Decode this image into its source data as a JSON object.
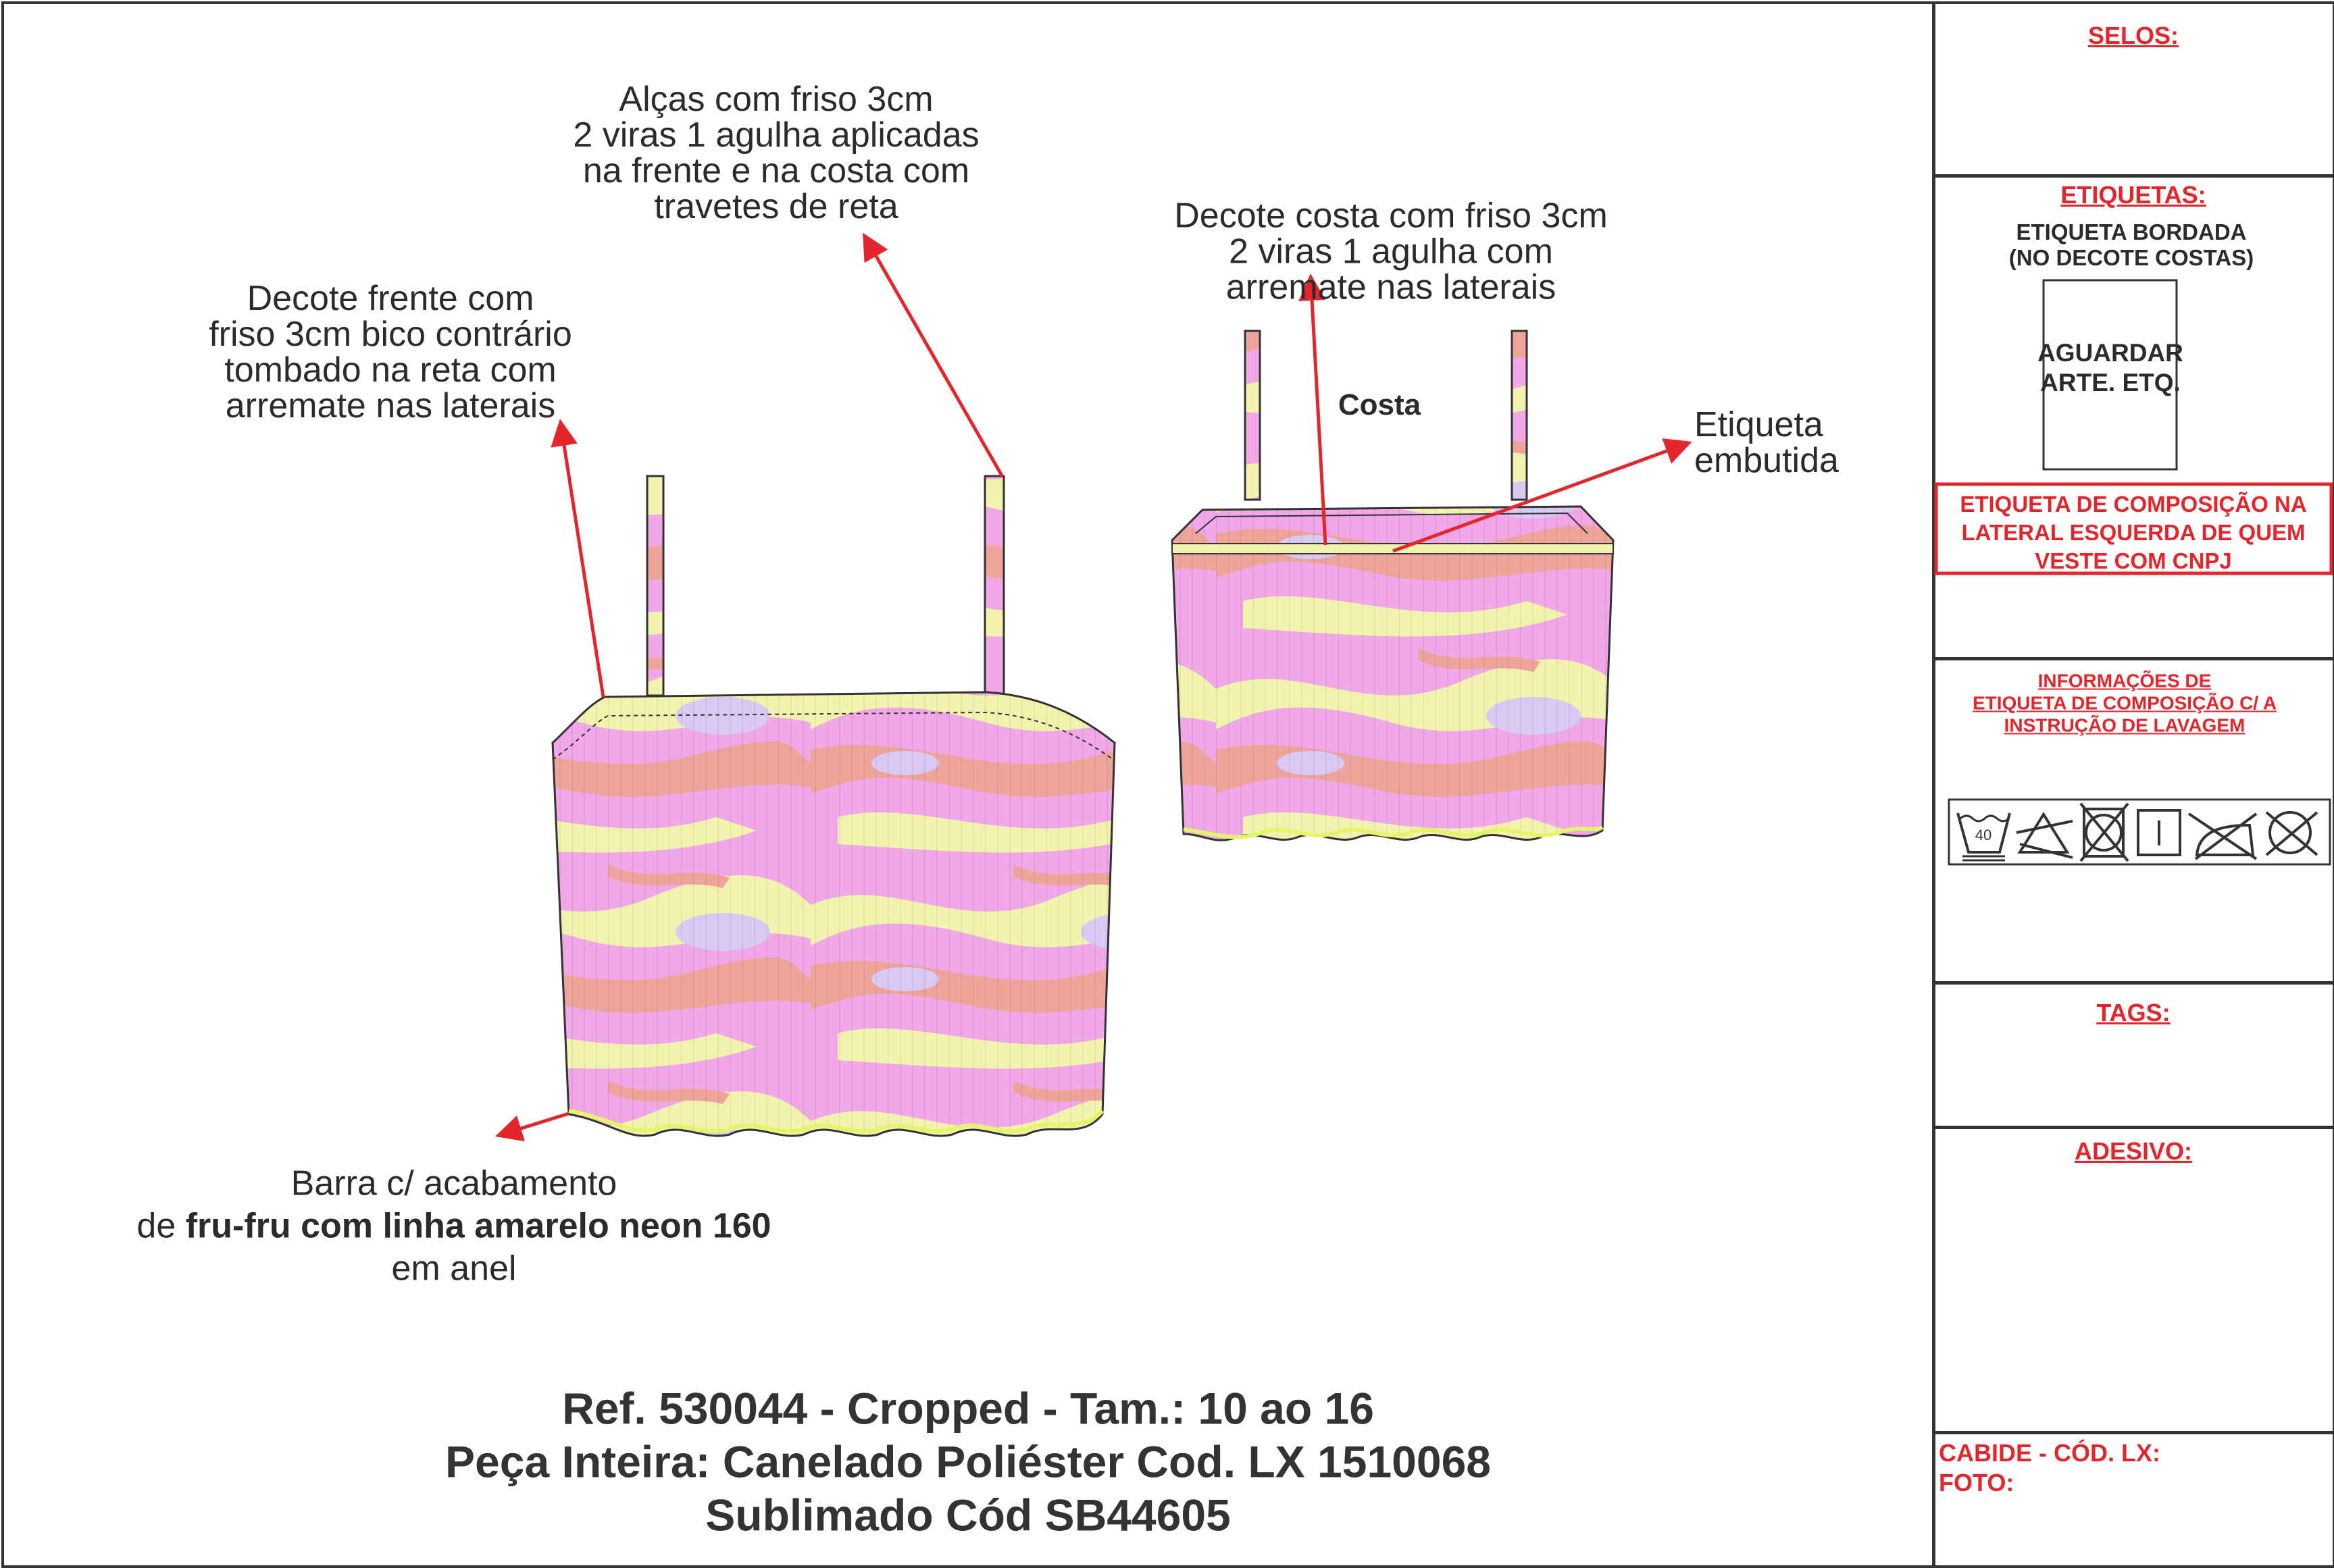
{
  "annotations": {
    "straps": [
      "Alças com friso 3cm",
      "2 viras 1 agulha aplicadas",
      "na frente e na costa com",
      "travetes de reta"
    ],
    "front_neckline": [
      "Decote frente com",
      "friso 3cm bico contrário",
      "tombado na reta com",
      "arremate nas laterais"
    ],
    "back_neckline": [
      "Decote costa com friso 3cm",
      "2 viras 1 agulha com",
      "arremate nas laterais"
    ],
    "back_label": "Costa",
    "embedded_label": [
      "Etiqueta",
      "embutida"
    ],
    "hem": {
      "line1": "Barra c/ acabamento",
      "line2_prefix": "de ",
      "line2_bold": "fru-fru com linha amarelo neon 160",
      "line3": "em anel"
    }
  },
  "title": {
    "line1": "Ref. 530044 - Cropped - Tam.: 10 ao 16",
    "line2": "Peça Inteira: Canelado Poliéster Cod. LX 1510068",
    "line3": "Sublimado Cód SB44605"
  },
  "panel": {
    "selos": "SELOS:",
    "etiquetas": "ETIQUETAS:",
    "etiqueta_bordada": [
      "ETIQUETA BORDADA",
      "(NO DECOTE COSTAS)"
    ],
    "aguardar": [
      "AGUARDAR",
      "ARTE. ETQ."
    ],
    "composicao": [
      "ETIQUETA DE COMPOSIÇÃO NA",
      "LATERAL ESQUERDA DE QUEM",
      "VESTE COM CNPJ"
    ],
    "informacoes": [
      "INFORMAÇÕES DE",
      "ETIQUETA DE COMPOSIÇÃO C/ A",
      "INSTRUÇÃO DE LAVAGEM"
    ],
    "wash_temp": "40",
    "care_icons": [
      "wash-40-icon",
      "no-bleach-icon",
      "no-tumble-dry-icon",
      "line-dry-icon",
      "no-iron-icon",
      "no-dry-clean-icon"
    ],
    "tags": "TAGS:",
    "adesivo": "ADESIVO:",
    "cabide": "CABIDE - CÓD. LX:",
    "foto": "FOTO:"
  },
  "colors": {
    "accent_red": "#e4262c",
    "print_pink": "#f0a8e8",
    "print_yellow": "#f3f3b0",
    "print_salmon": "#eea49a",
    "print_lilac": "#d9c9f5",
    "neon_yellow": "#e4f56a"
  }
}
